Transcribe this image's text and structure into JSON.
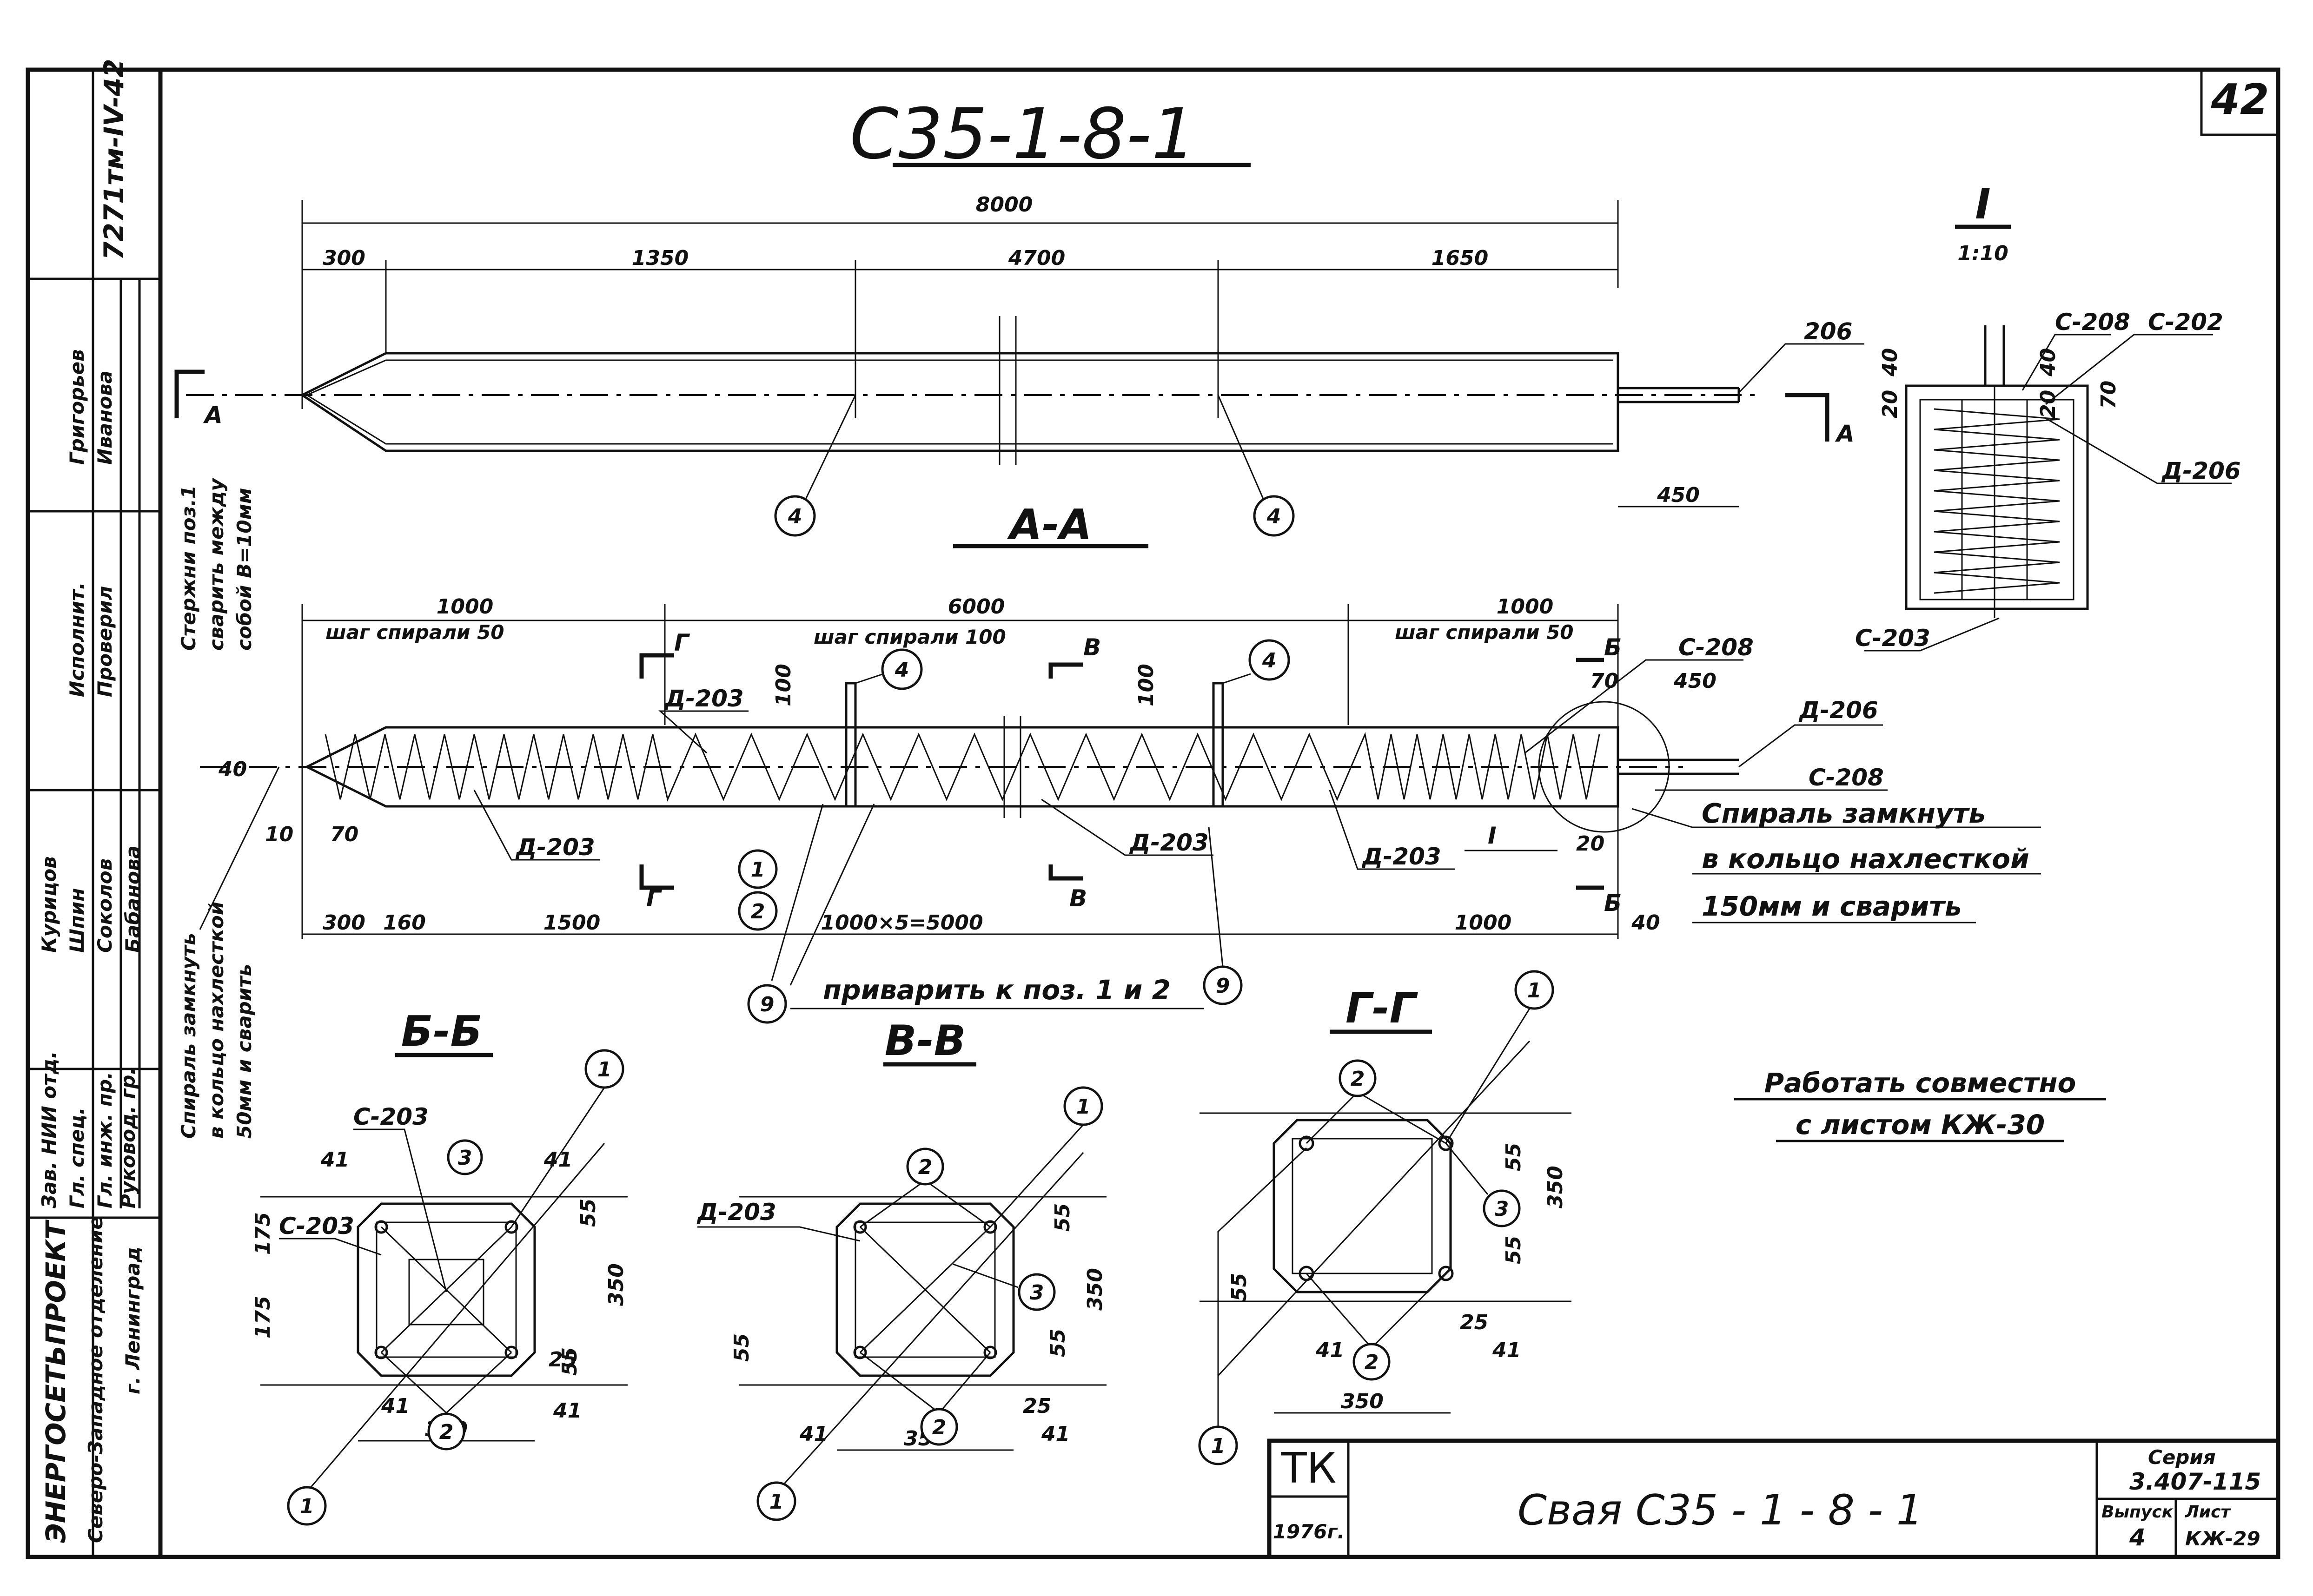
{
  "title": "С35-1-8-1",
  "sheet_corner_number": "42",
  "archive_number": "7271тм-IV-42",
  "elevation": {
    "dims": {
      "total": "8000",
      "d1": "300",
      "d2": "1350",
      "d3": "4700",
      "d4": "1650",
      "proj": "450"
    },
    "rebar_tag": "206",
    "section_mark": "А",
    "pos_marks": [
      "4",
      "4"
    ]
  },
  "detail_I": {
    "mark": "I",
    "scale": "1:10",
    "dims": [
      "20",
      "40",
      "40",
      "20",
      "70"
    ],
    "labels": [
      "С-208",
      "С-202",
      "Д-206",
      "С-203"
    ]
  },
  "section_AA": {
    "title": "А-А",
    "top_dims": [
      "1000",
      "6000",
      "1000"
    ],
    "spiral_steps": [
      "шаг спирали 50",
      "шаг спирали 100",
      "шаг спирали 50"
    ],
    "bottom_dims": [
      "300",
      "160",
      "1500",
      "1000×5=5000",
      "1000",
      "40"
    ],
    "small_dims": [
      "40",
      "10",
      "70",
      "100",
      "100",
      "70",
      "450",
      "20"
    ],
    "cut_marks": [
      "Г",
      "Г",
      "В",
      "В",
      "Б",
      "Б"
    ],
    "labels": [
      "Д-203",
      "Д-203",
      "Д-203",
      "Д-203",
      "С-208",
      "Д-206",
      "С-208",
      "I"
    ],
    "pos_marks": [
      "4",
      "4",
      "1",
      "2",
      "9",
      "9"
    ],
    "weld_note": "приварить к поз. 1 и 2",
    "spiral_note": [
      "Спираль замкнуть",
      "в кольцо нахлесткой",
      "150мм и сварить"
    ]
  },
  "left_notes": [
    "Стержни поз.1",
    "сварить между",
    "собой  В=10мм",
    "Спираль замкнуть",
    "в кольцо нахлесткой",
    "50мм и сварить"
  ],
  "section_BB": {
    "title": "Б-Б",
    "dims": [
      "41",
      "41",
      "175",
      "175",
      "55",
      "350",
      "350",
      "25",
      "55",
      "41",
      "41"
    ],
    "labels": [
      "С-203",
      "С-203"
    ],
    "pos_marks": [
      "1",
      "3",
      "2",
      "1"
    ]
  },
  "section_VV": {
    "title": "В-В",
    "dims": [
      "55",
      "55",
      "350",
      "25",
      "55",
      "41",
      "41",
      "350"
    ],
    "labels": [
      "Д-203"
    ],
    "pos_marks": [
      "1",
      "2",
      "3",
      "2",
      "1"
    ]
  },
  "section_GG": {
    "title": "Г-Г",
    "dims": [
      "55",
      "350",
      "55",
      "55",
      "25",
      "41",
      "41",
      "350"
    ],
    "pos_marks": [
      "1",
      "2",
      "3",
      "2",
      "1"
    ]
  },
  "work_note": [
    "Работать совместно",
    "с листом КЖ-30"
  ],
  "stamp": {
    "org": "ЭНЕРГОСЕТЬПРОЕКТ",
    "branch": "Северо-Западное отделение",
    "city": "г. Ленинград",
    "roles": [
      "Зав. НИИ отд.",
      "Гл. спец.",
      "Гл. инж. пр.",
      "Руковод. гр.",
      "Исполнит.",
      "Проверил"
    ],
    "names": [
      "Курицов",
      "Шпин",
      "Соколов",
      "Бабанова",
      "Григорьев",
      "Иванова"
    ],
    "tk": "ТК",
    "year": "1976г.",
    "name": "Свая   С35 - 1 - 8 - 1",
    "series_label": "Серия",
    "series": "3.407-115",
    "issue_label": "Выпуск",
    "issue": "4",
    "sheet_label": "Лист",
    "sheet": "КЖ-29"
  }
}
